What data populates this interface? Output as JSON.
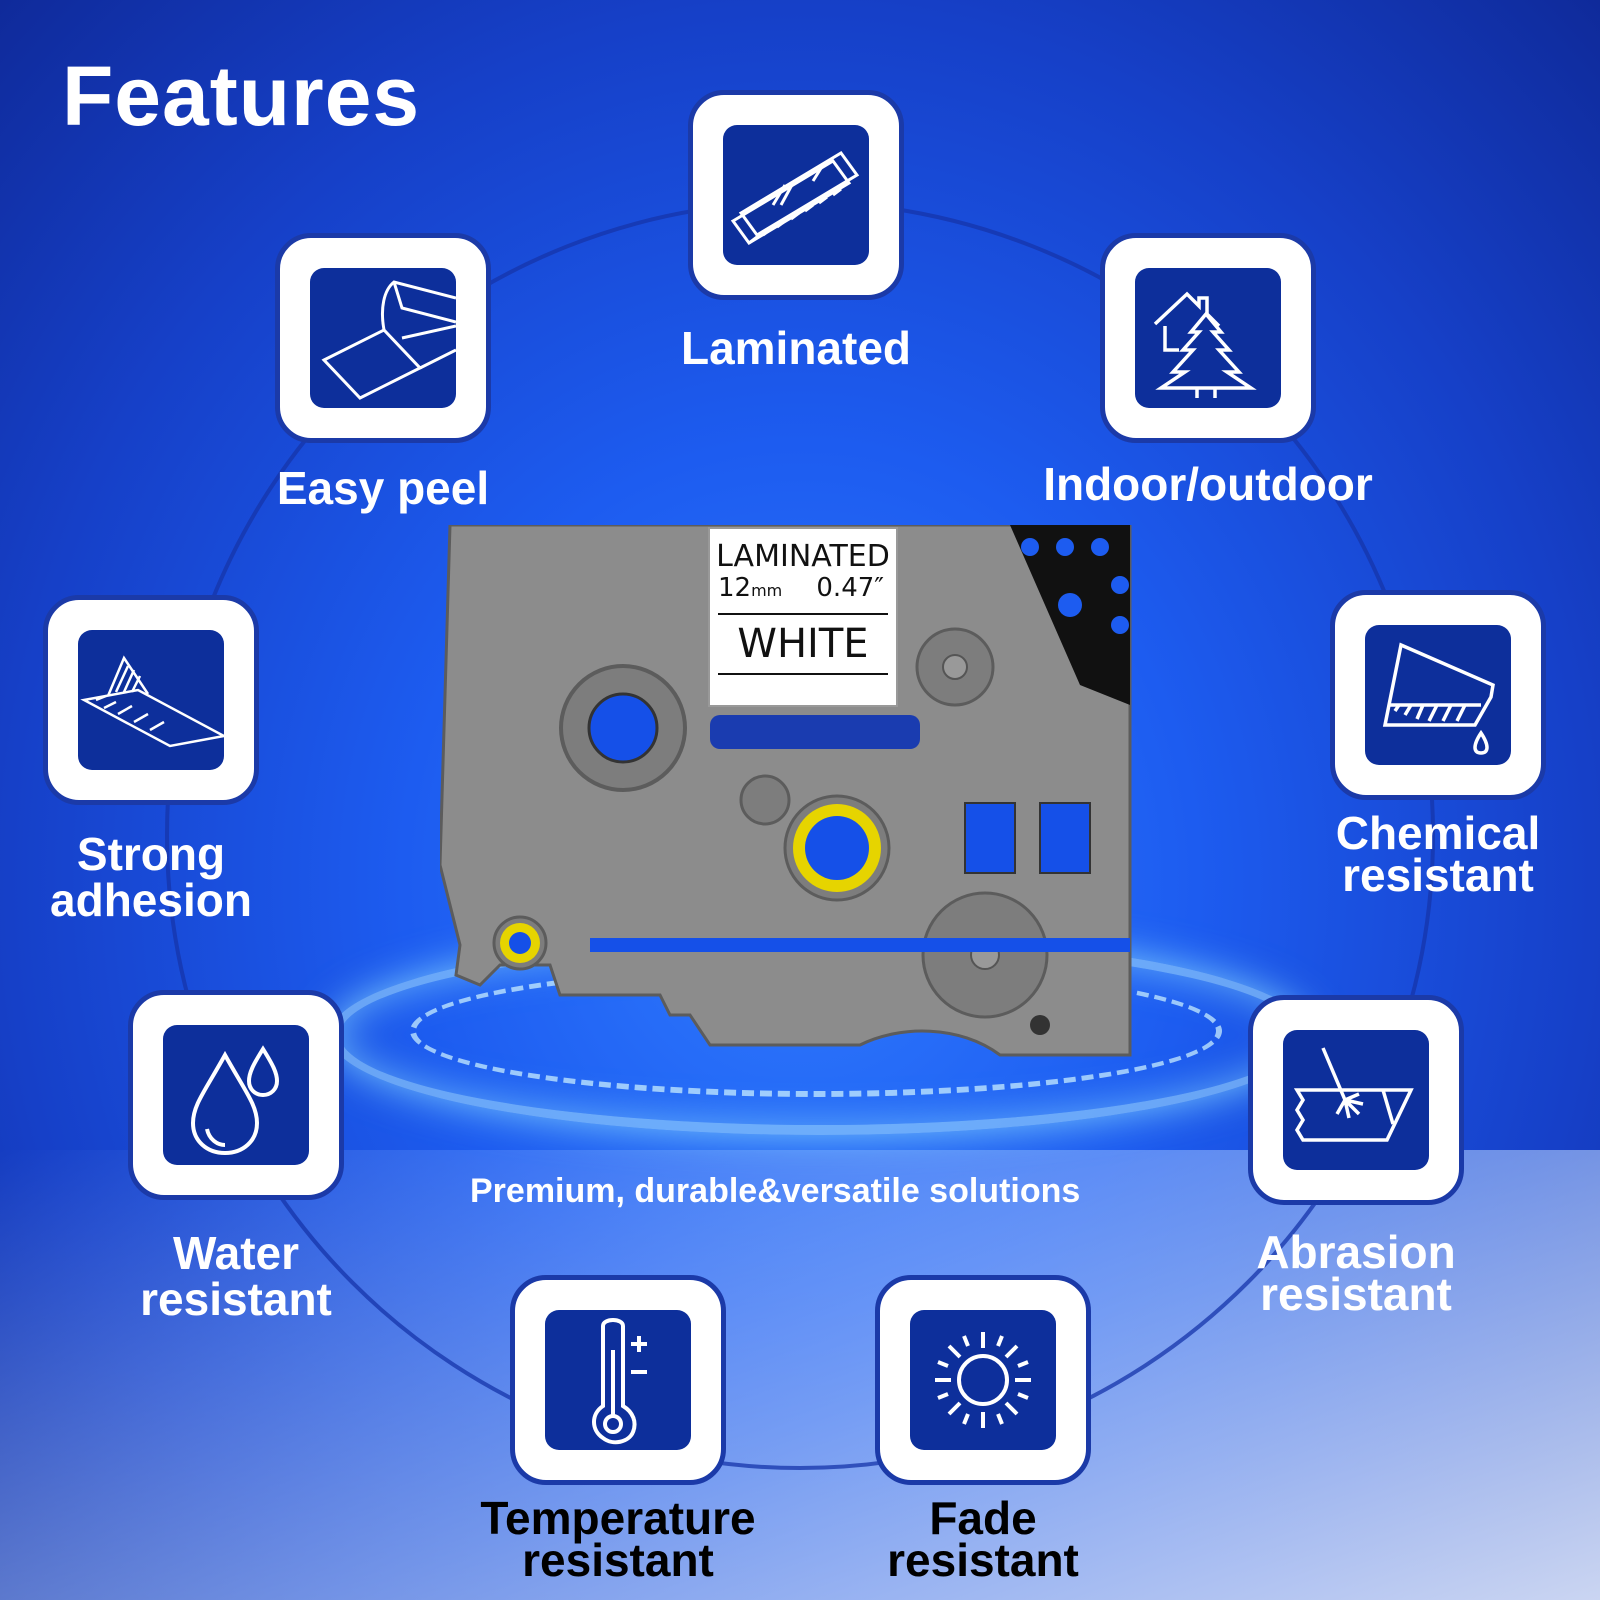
{
  "title": "Features",
  "tagline": "Premium, durable&versatile solutions",
  "features": [
    {
      "icon": "laminated-icon",
      "label": "Laminated"
    },
    {
      "icon": "peel-icon",
      "label": "Easy peel"
    },
    {
      "icon": "house-tree-icon",
      "label": "Indoor/outdoor"
    },
    {
      "icon": "adhesion-icon",
      "label_lines": [
        "Strong",
        "adhesion"
      ]
    },
    {
      "icon": "flask-icon",
      "label_lines": [
        "Chemical",
        "resistant"
      ]
    },
    {
      "icon": "droplets-icon",
      "label_lines": [
        "Water",
        "resistant"
      ]
    },
    {
      "icon": "abrasion-icon",
      "label_lines": [
        "Abrasion",
        "resistant"
      ]
    },
    {
      "icon": "thermometer-icon",
      "label_lines": [
        "Temperature",
        "resistant"
      ]
    },
    {
      "icon": "sun-icon",
      "label_lines": [
        "Fade",
        "resistant"
      ]
    }
  ],
  "cassette_label": {
    "line1": "LAMINATED",
    "width_mm": "12",
    "unit_mm": "mm",
    "width_in": "0.47″",
    "color": "WHITE"
  },
  "colors": {
    "icon_bg": "#0d2f9b",
    "page_bg": "#1d5cf0",
    "cassette": "#8c8c8c",
    "spool": "#e6d400"
  }
}
